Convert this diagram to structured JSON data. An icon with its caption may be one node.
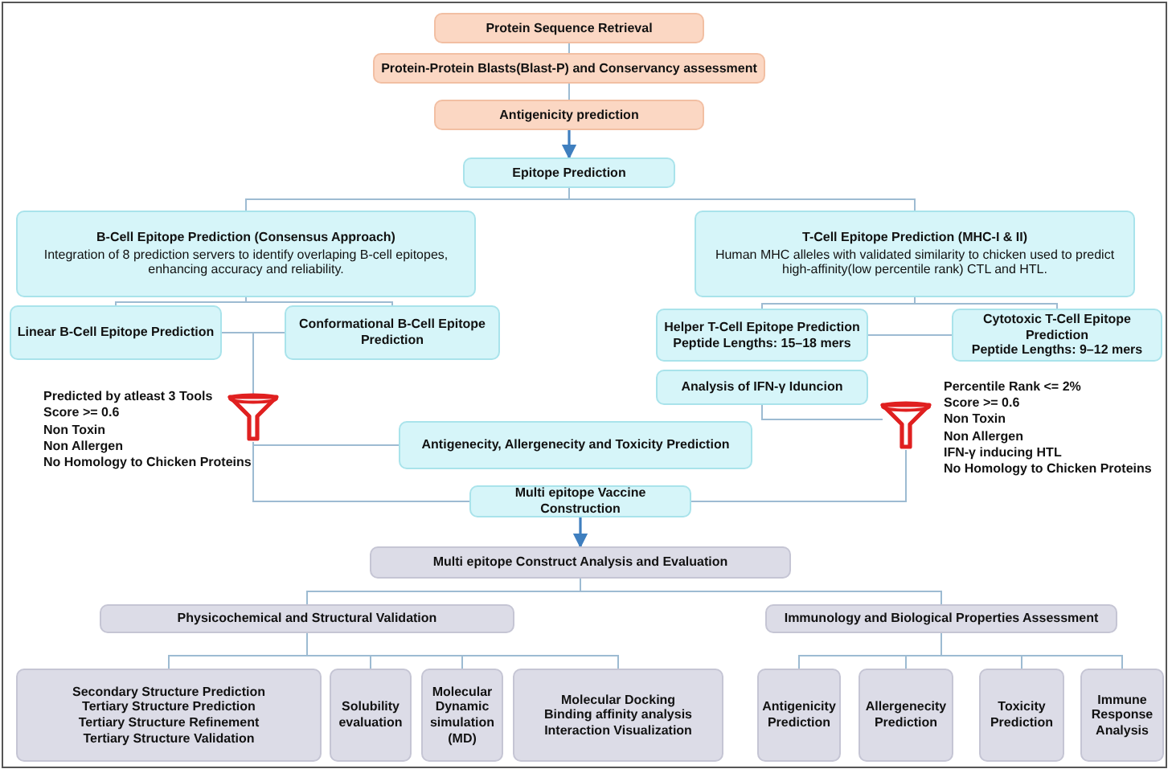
{
  "diagram": {
    "nodes": [
      {
        "text": [
          "Protein Sequence Retrieval"
        ]
      },
      {
        "text": [
          "Protein-Protein Blasts(Blast-P) and Conservancy assessment"
        ]
      },
      {
        "text": [
          "Antigenicity prediction"
        ]
      },
      {
        "text": [
          "Epitope Prediction"
        ]
      },
      {
        "text": [
          "B-Cell Epitope Prediction (Consensus Approach)",
          "Integration of 8 prediction servers to identify overlaping B-cell epitopes, enhancing accuracy and reliability."
        ]
      },
      {
        "text": [
          "T-Cell Epitope Prediction (MHC-I & II)",
          "Human MHC alleles with validated similarity to chicken used to predict high-affinity(low percentile rank) CTL and HTL."
        ]
      },
      {
        "text": [
          "Linear B-Cell Epitope Prediction"
        ]
      },
      {
        "text": [
          "Conformational B-Cell Epitope Prediction"
        ]
      },
      {
        "text": [
          "Helper T-Cell Epitope Prediction",
          "Peptide Lengths: 15–18 mers"
        ]
      },
      {
        "text": [
          "Cytotoxic T-Cell Epitope Prediction",
          "Peptide Lengths: 9–12 mers"
        ]
      },
      {
        "text": [
          "Analysis of IFN-γ Iduncion"
        ]
      },
      {
        "text": [],
        "shape": "funnel",
        "beside": [
          "Predicted by atleast 3 Tools",
          "Score >= 0.6",
          "Non Toxin",
          "Non Allergen",
          "No Homology to Chicken Proteins"
        ]
      },
      {
        "text": [],
        "shape": "funnel",
        "beside": [
          "Percentile Rank <= 2%",
          "Score >= 0.6",
          "Non Toxin",
          "Non Allergen",
          "IFN-γ inducing HTL",
          "No Homology to Chicken Proteins"
        ]
      },
      {
        "text": [
          "Antigenecity, Allergenecity and Toxicity Prediction"
        ]
      },
      {
        "text": [
          "Multi epitope Vaccine Construction"
        ]
      },
      {
        "text": [
          "Multi epitope Construct Analysis and Evaluation"
        ]
      },
      {
        "text": [
          "Physicochemical and Structural Validation"
        ]
      },
      {
        "text": [
          "Immunology and Biological Properties Assessment"
        ]
      },
      {
        "text": [
          "Secondary Structure Prediction",
          "Tertiary Structure Prediction",
          "Tertiary Structure Refinement",
          "Tertiary Structure Validation"
        ]
      },
      {
        "text": [
          "Solubility evaluation"
        ]
      },
      {
        "text": [
          "Molecular Dynamic simulation (MD)"
        ]
      },
      {
        "text": [
          "Molecular Docking",
          "Binding affinity analysis",
          "Interaction Visualization"
        ]
      },
      {
        "text": [
          "Antigenicity Prediction"
        ]
      },
      {
        "text": [
          "Allergenecity Prediction"
        ]
      },
      {
        "text": [
          "Toxicity Prediction"
        ]
      },
      {
        "text": [
          "Immune Response Analysis"
        ]
      }
    ],
    "edges": [
      {
        "from": 0,
        "to": 1,
        "arrow": "none"
      },
      {
        "from": 1,
        "to": 2,
        "arrow": "none"
      },
      {
        "from": 2,
        "to": 3,
        "arrow": "to",
        "color": "#3f7fbf"
      },
      {
        "from": 3,
        "to": 4,
        "arrow": "none"
      },
      {
        "from": 3,
        "to": 5,
        "arrow": "none"
      },
      {
        "from": 4,
        "to": 6,
        "arrow": "none"
      },
      {
        "from": 4,
        "to": 7,
        "arrow": "none"
      },
      {
        "from": 5,
        "to": 8,
        "arrow": "none"
      },
      {
        "from": 5,
        "to": 9,
        "arrow": "none"
      },
      {
        "from": 8,
        "to": 9,
        "arrow": "none"
      },
      {
        "from": 6,
        "to": 11,
        "arrow": "none"
      },
      {
        "from": 7,
        "to": 11,
        "arrow": "none"
      },
      {
        "from": 11,
        "to": 13,
        "arrow": "none"
      },
      {
        "from": 11,
        "to": 14,
        "arrow": "none"
      },
      {
        "from": 10,
        "to": 12,
        "arrow": "none"
      },
      {
        "from": 12,
        "to": 14,
        "arrow": "none"
      },
      {
        "from": 14,
        "to": 15,
        "arrow": "to",
        "color": "#3f7fbf"
      },
      {
        "from": 15,
        "to": 16,
        "arrow": "none"
      },
      {
        "from": 15,
        "to": 17,
        "arrow": "none"
      },
      {
        "from": 16,
        "to": 18,
        "arrow": "none"
      },
      {
        "from": 16,
        "to": 19,
        "arrow": "none"
      },
      {
        "from": 16,
        "to": 20,
        "arrow": "none"
      },
      {
        "from": 16,
        "to": 21,
        "arrow": "none"
      },
      {
        "from": 17,
        "to": 22,
        "arrow": "none"
      },
      {
        "from": 17,
        "to": 23,
        "arrow": "none"
      },
      {
        "from": 17,
        "to": 24,
        "arrow": "none"
      },
      {
        "from": 17,
        "to": 25,
        "arrow": "none"
      }
    ]
  }
}
